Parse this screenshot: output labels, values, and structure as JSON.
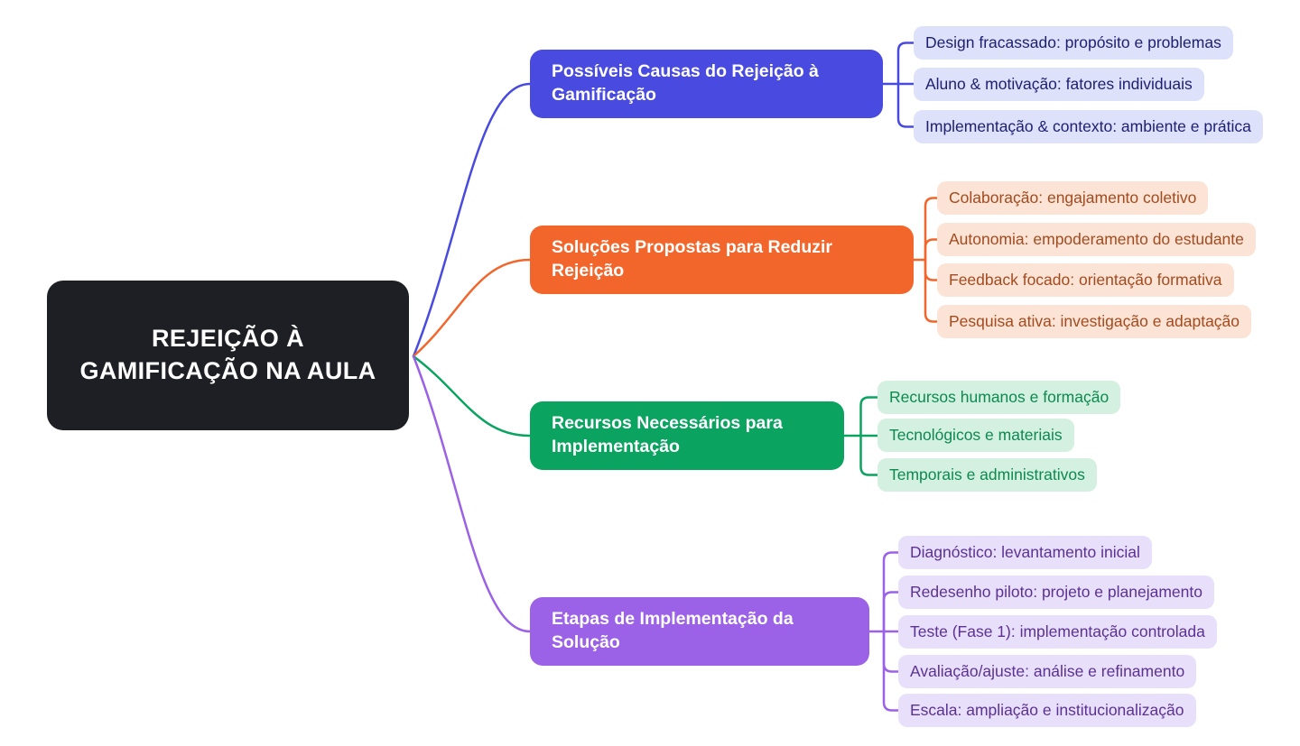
{
  "canvas": {
    "background": "#ffffff"
  },
  "central": {
    "label": "REJEIÇÃO À GAMIFICAÇÃO NA AULA",
    "bg": "#1E1F24",
    "text_color": "#FFFFFF"
  },
  "branches": [
    {
      "label": "Possíveis Causas do Rejeição à Gamificação",
      "color": "#484AE0",
      "child_bg": "#DEE1FA",
      "child_text": "#1E2173",
      "children": [
        "Design fracassado: propósito e problemas",
        "Aluno & motivação: fatores individuais",
        "Implementação & contexto: ambiente e prática"
      ]
    },
    {
      "label": "Soluções Propostas para Reduzir Rejeição",
      "color": "#F2662B",
      "child_bg": "#FBE3D5",
      "child_text": "#A34B1F",
      "children": [
        "Colaboração: engajamento coletivo",
        "Autonomia: empoderamento do estudante",
        "Feedback focado: orientação formativa",
        "Pesquisa ativa: investigação e adaptação"
      ]
    },
    {
      "label": "Recursos Necessários para Implementação",
      "color": "#0BA360",
      "child_bg": "#D3F0E0",
      "child_text": "#0C8A50",
      "children": [
        "Recursos humanos e formação",
        "Tecnológicos e materiais",
        "Temporais e administrativos"
      ]
    },
    {
      "label": "Etapas de Implementação da Solução",
      "color": "#9B61E6",
      "child_bg": "#E8E0FA",
      "child_text": "#5C3193",
      "children": [
        "Diagnóstico: levantamento inicial",
        "Redesenho piloto: projeto e planejamento",
        "Teste (Fase 1): implementação controlada",
        "Avaliação/ajuste: análise e refinamento",
        "Escala: ampliação e institucionalização"
      ]
    }
  ]
}
